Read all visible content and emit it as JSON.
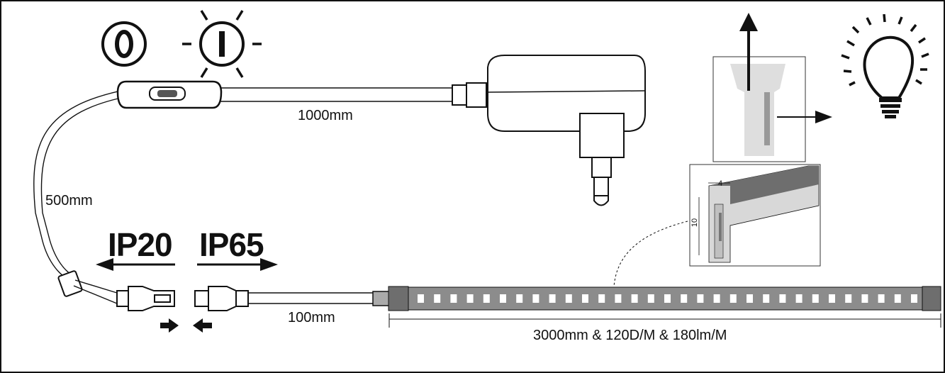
{
  "switch_states": {
    "off": "0",
    "on": "I"
  },
  "cables": {
    "main": "1000mm",
    "switch_lead": "500mm",
    "tail": "100mm"
  },
  "ratings": {
    "left": "IP20",
    "right": "IP65"
  },
  "strip": {
    "spec": "3000mm & 120D/M & 180lm/M"
  },
  "profile": {
    "width": "4",
    "height": "10"
  },
  "colors": {
    "line": "#111111",
    "strip_body": "#8c8c8c",
    "led": "#ffffff",
    "profile_fill": "#d8d8d8",
    "profile_top": "#6e6e6e"
  }
}
